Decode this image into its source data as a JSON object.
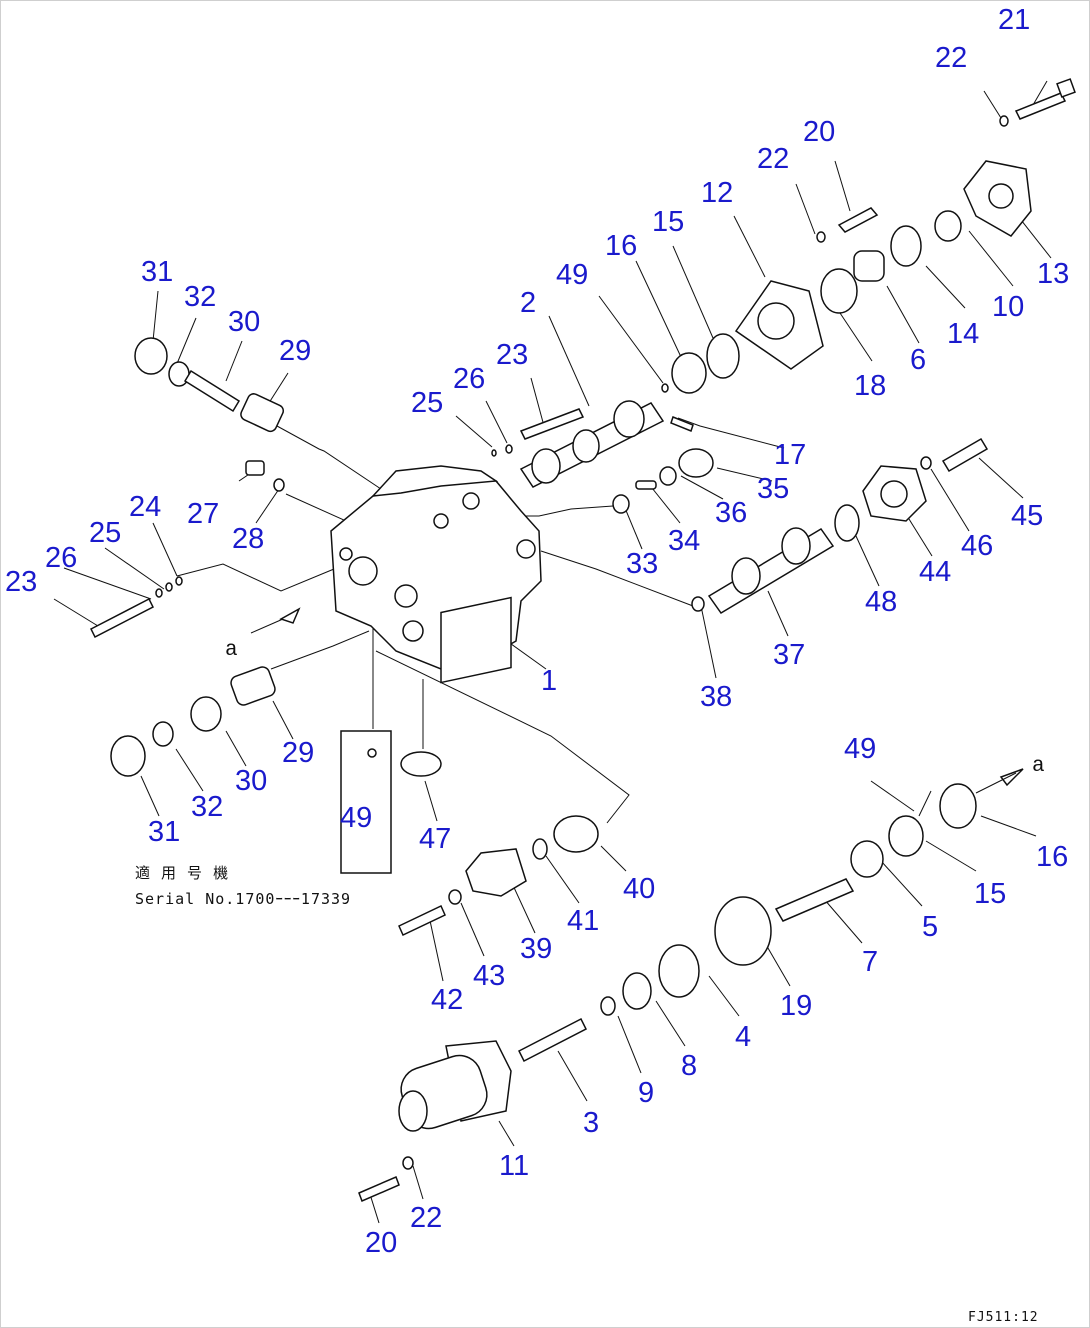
{
  "diagram": {
    "callouts": [
      {
        "id": "c21a",
        "num": "21"
      },
      {
        "id": "c22a",
        "num": "22"
      },
      {
        "id": "c20a",
        "num": "20"
      },
      {
        "id": "c22b",
        "num": "22"
      },
      {
        "id": "c12",
        "num": "12"
      },
      {
        "id": "c15a",
        "num": "15"
      },
      {
        "id": "c16a",
        "num": "16"
      },
      {
        "id": "c49a",
        "num": "49"
      },
      {
        "id": "c2",
        "num": "2"
      },
      {
        "id": "c23a",
        "num": "23"
      },
      {
        "id": "c26a",
        "num": "26"
      },
      {
        "id": "c25a",
        "num": "25"
      },
      {
        "id": "c31a",
        "num": "31"
      },
      {
        "id": "c32a",
        "num": "32"
      },
      {
        "id": "c30a",
        "num": "30"
      },
      {
        "id": "c29a",
        "num": "29"
      },
      {
        "id": "c13",
        "num": "13"
      },
      {
        "id": "c10",
        "num": "10"
      },
      {
        "id": "c14",
        "num": "14"
      },
      {
        "id": "c6",
        "num": "6"
      },
      {
        "id": "c18",
        "num": "18"
      },
      {
        "id": "c17",
        "num": "17"
      },
      {
        "id": "c35",
        "num": "35"
      },
      {
        "id": "c36",
        "num": "36"
      },
      {
        "id": "c34",
        "num": "34"
      },
      {
        "id": "c33",
        "num": "33"
      },
      {
        "id": "c45",
        "num": "45"
      },
      {
        "id": "c46",
        "num": "46"
      },
      {
        "id": "c44",
        "num": "44"
      },
      {
        "id": "c48",
        "num": "48"
      },
      {
        "id": "c37",
        "num": "37"
      },
      {
        "id": "c38",
        "num": "38"
      },
      {
        "id": "c27",
        "num": "27"
      },
      {
        "id": "c28",
        "num": "28"
      },
      {
        "id": "c24",
        "num": "24"
      },
      {
        "id": "c25b",
        "num": "25"
      },
      {
        "id": "c26b",
        "num": "26"
      },
      {
        "id": "c23b",
        "num": "23"
      },
      {
        "id": "c1",
        "num": "1"
      },
      {
        "id": "c29b",
        "num": "29"
      },
      {
        "id": "c30b",
        "num": "30"
      },
      {
        "id": "c32b",
        "num": "32"
      },
      {
        "id": "c31b",
        "num": "31"
      },
      {
        "id": "c49b",
        "num": "49"
      },
      {
        "id": "c47",
        "num": "47"
      },
      {
        "id": "c49c",
        "num": "49"
      },
      {
        "id": "c16b",
        "num": "16"
      },
      {
        "id": "c15b",
        "num": "15"
      },
      {
        "id": "c5",
        "num": "5"
      },
      {
        "id": "c7",
        "num": "7"
      },
      {
        "id": "c40",
        "num": "40"
      },
      {
        "id": "c41",
        "num": "41"
      },
      {
        "id": "c39",
        "num": "39"
      },
      {
        "id": "c43",
        "num": "43"
      },
      {
        "id": "c42",
        "num": "42"
      },
      {
        "id": "c19",
        "num": "19"
      },
      {
        "id": "c4",
        "num": "4"
      },
      {
        "id": "c8",
        "num": "8"
      },
      {
        "id": "c9",
        "num": "9"
      },
      {
        "id": "c3",
        "num": "3"
      },
      {
        "id": "c11",
        "num": "11"
      },
      {
        "id": "c22c",
        "num": "22"
      },
      {
        "id": "c20b",
        "num": "20"
      }
    ],
    "ref_a_left": "a",
    "ref_a_right": "a",
    "serial_note_jp": "適 用 号 機",
    "serial_note": "Serial No.1700ｰｰｰ17339",
    "figure_code": "FJ511:12"
  }
}
